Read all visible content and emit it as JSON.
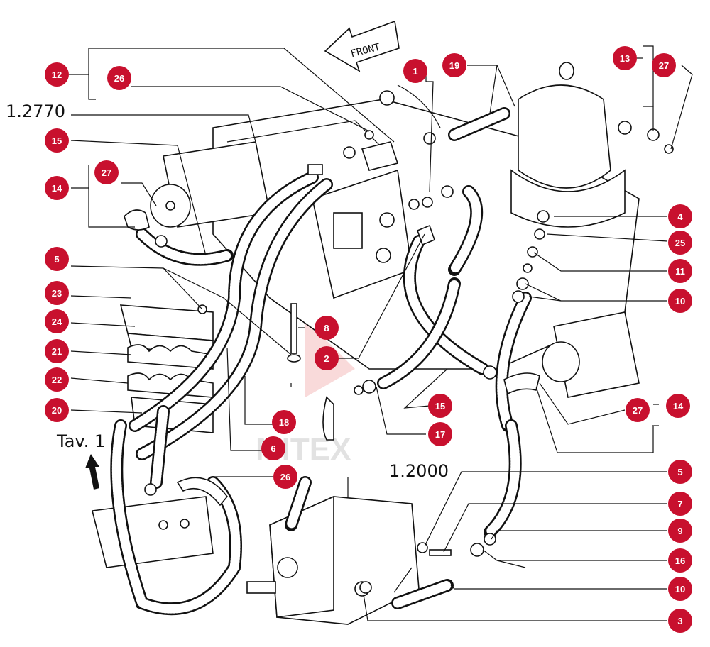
{
  "labels": {
    "front": "FRONT",
    "ref_top": "1.2770",
    "ref_bottom": "1.2000",
    "tav": "Tav. 1",
    "watermark": "MITEX"
  },
  "callouts": [
    "12",
    "26",
    "1",
    "19",
    "13",
    "27",
    "15",
    "14",
    "27",
    "5",
    "4",
    "25",
    "11",
    "10",
    "23",
    "8",
    "24",
    "21",
    "2",
    "22",
    "15",
    "27",
    "14",
    "20",
    "18",
    "17",
    "6",
    "26",
    "5",
    "7",
    "9",
    "16",
    "10",
    "3"
  ],
  "colors": {
    "callout": "#c8102e",
    "line": "#111111",
    "watermark": "#e03030"
  }
}
